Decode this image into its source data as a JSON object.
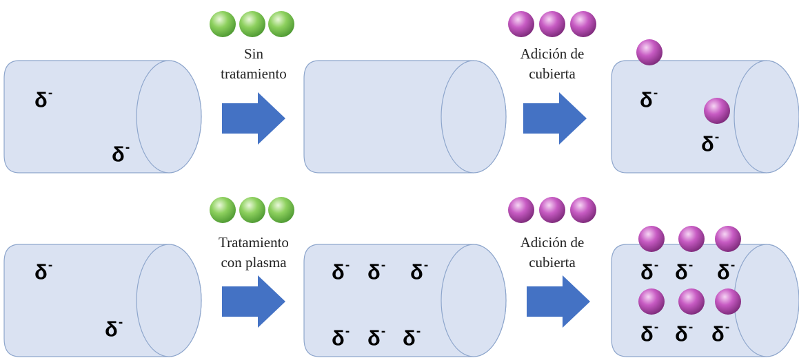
{
  "colors": {
    "cylinder_fill": "#dae2f2",
    "cylinder_stroke": "#8ea6cc",
    "arrow": "#4472c4",
    "green_particle": "#8dd05e",
    "magenta_particle": "#c75bc3"
  },
  "symbols": {
    "charge": "δ",
    "charge_sign": "-"
  },
  "rows": [
    {
      "name": "sin-tratamiento-row",
      "treatment_label": [
        "Sin",
        "tratamiento"
      ],
      "coating_label": [
        "Adición de",
        "cubierta"
      ],
      "green_particles_count": 3,
      "magenta_particles_count": 3,
      "initial_charges": 2,
      "treated_charges": 0,
      "coated_particles": 2
    },
    {
      "name": "tratamiento-plasma-row",
      "treatment_label": [
        "Tratamiento",
        "con plasma"
      ],
      "coating_label": [
        "Adición de",
        "cubierta"
      ],
      "green_particles_count": 3,
      "magenta_particles_count": 3,
      "initial_charges": 2,
      "treated_charges": 6,
      "coated_particles": 6
    }
  ]
}
